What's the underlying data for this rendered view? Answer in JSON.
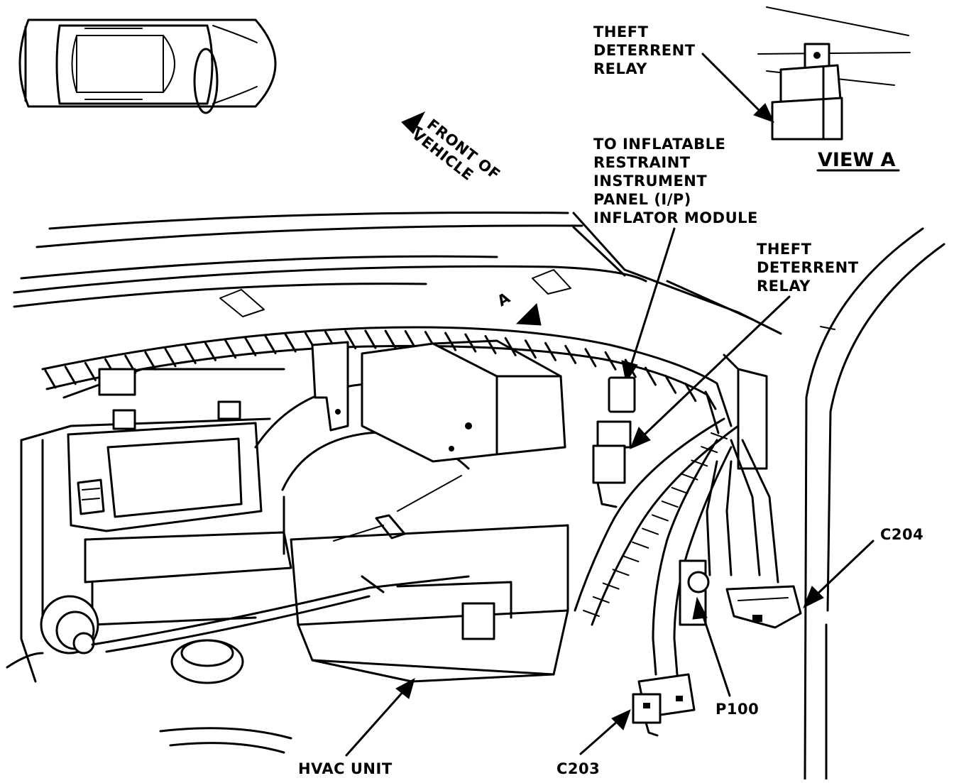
{
  "labels": {
    "theft_relay_top": [
      "THEFT",
      "DETERRENT",
      "RELAY"
    ],
    "view_a": "VIEW A",
    "front_of_vehicle": [
      "FRONT OF",
      "VEHICLE"
    ],
    "inflatable_restraint": [
      "TO INFLATABLE",
      "RESTRAINT",
      "INSTRUMENT",
      "PANEL (I/P)",
      "INFLATOR MODULE"
    ],
    "theft_relay_right": [
      "THEFT",
      "DETERRENT",
      "RELAY"
    ],
    "view_marker": "A",
    "c204": "C204",
    "p100": "P100",
    "hvac_unit": "HVAC UNIT",
    "c203": "C203"
  }
}
